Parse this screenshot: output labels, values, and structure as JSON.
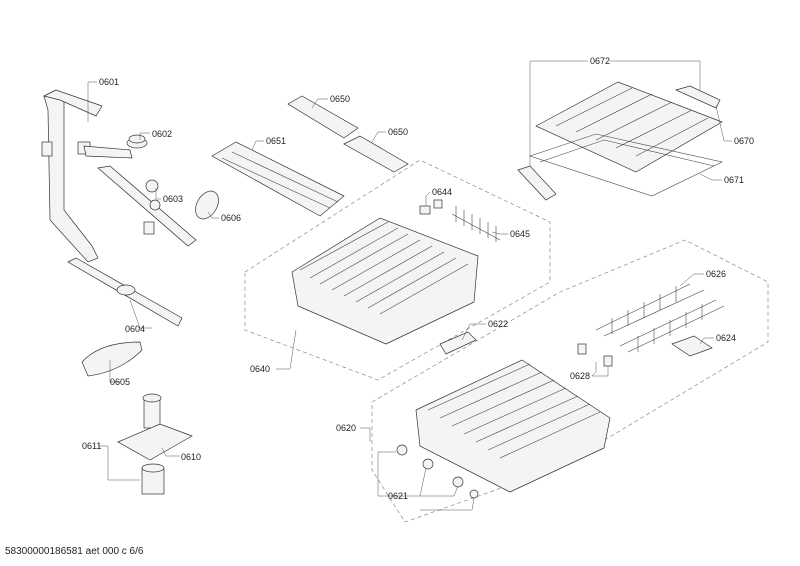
{
  "labels": {
    "p0601": "0601",
    "p0602": "0602",
    "p0603": "0603",
    "p0604": "0604",
    "p0605": "0605",
    "p0606": "0606",
    "p0610": "0610",
    "p0611": "0611",
    "p0620": "0620",
    "p0621": "0621",
    "p0622": "0622",
    "p0624": "0624",
    "p0626": "0626",
    "p0628": "0628",
    "p0640": "0640",
    "p0644": "0644",
    "p0645": "0645",
    "p0650a": "0650",
    "p0650b": "0650",
    "p0651": "0651",
    "p0670": "0670",
    "p0671": "0671",
    "p0672": "0672"
  },
  "footer": "58300000186581 aet 000 c 6/6"
}
